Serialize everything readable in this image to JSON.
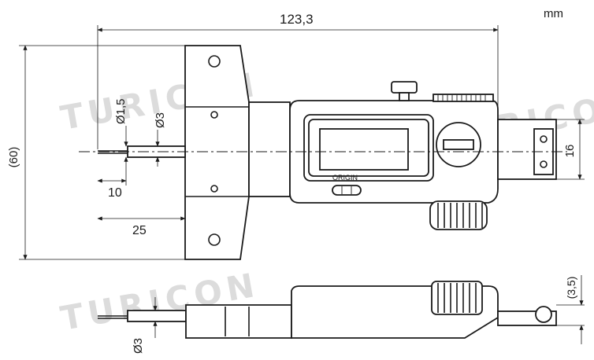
{
  "unit_label": "mm",
  "watermark": "TURICON",
  "display": {
    "origin_label": "ORIGIN"
  },
  "dimensions": {
    "overall_length": "123,3",
    "height": "(60)",
    "rod_dia_small": "Ø1,5",
    "rod_dia": "Ø3",
    "probe_len": "10",
    "rod_len": "25",
    "depth_width": "16",
    "side_offset": "(3,5)",
    "side_rod_dia": "Ø3"
  }
}
